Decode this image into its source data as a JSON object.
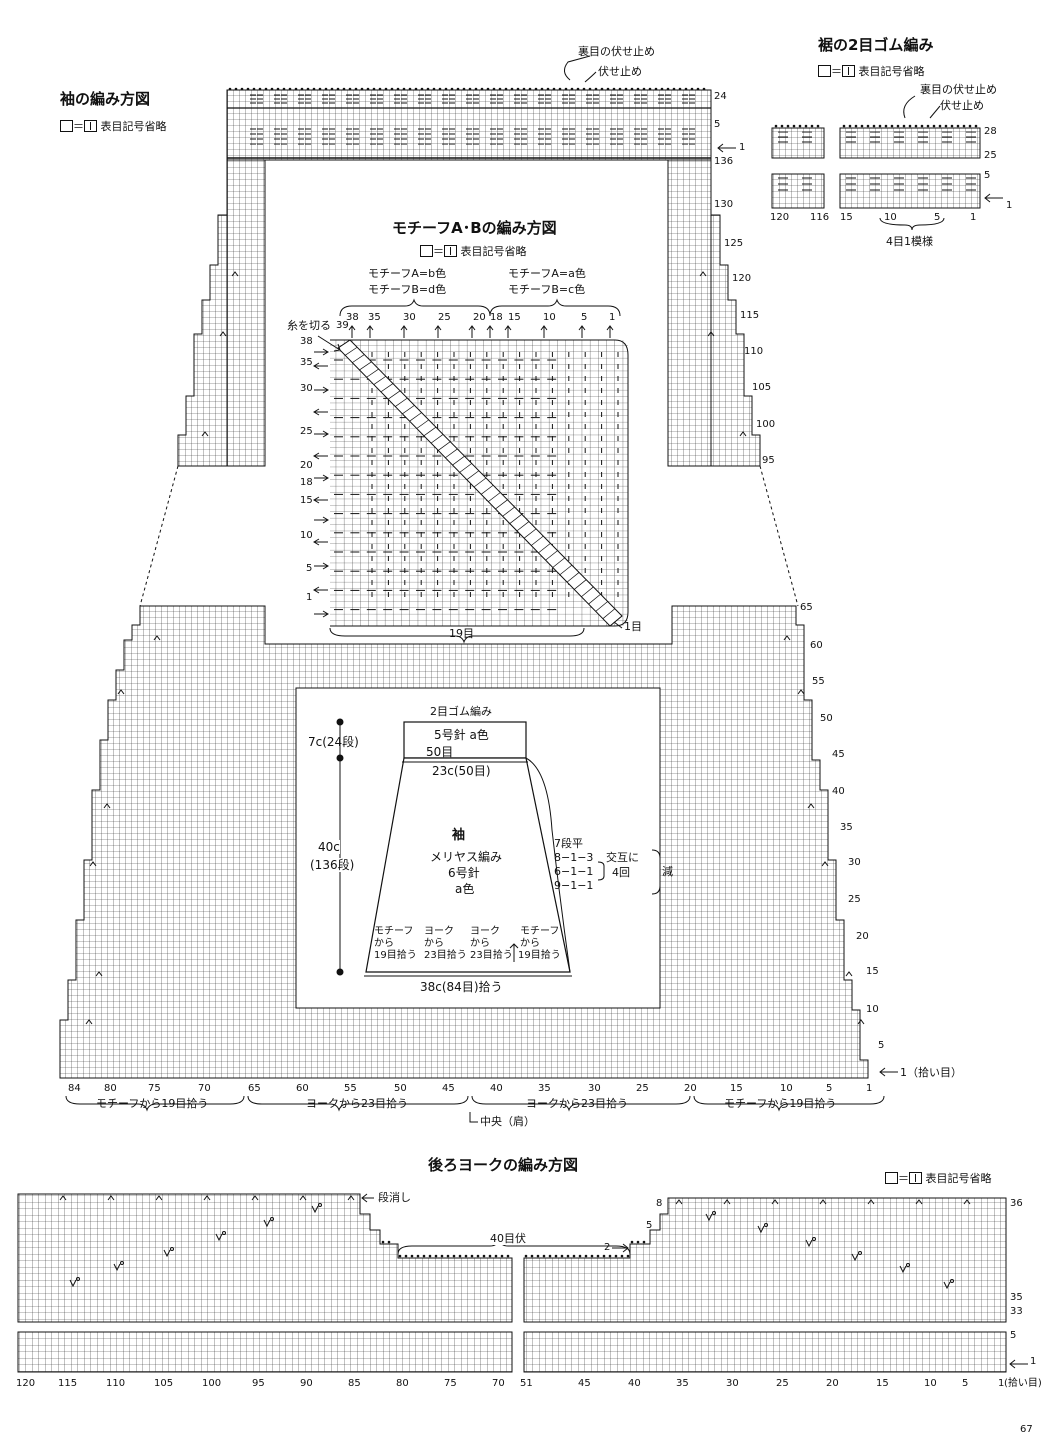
{
  "titles": {
    "sleeve_chart": "袖の編み方図",
    "hem_ribbing": "裾の2目ゴム編み",
    "motif_chart": "モチーフA･Bの編み方図",
    "back_yoke_chart": "後ろヨークの編み方図"
  },
  "legend": {
    "equals": "＝",
    "text": "表目記号省略"
  },
  "sleeve_top": {
    "purl_bind_off": "裏目の伏せ止め",
    "bind_off": "伏せ止め"
  },
  "sleeve_right_rows": [
    "24",
    "5",
    "1",
    "136",
    "130",
    "125",
    "120",
    "115",
    "110",
    "105",
    "100",
    "95"
  ],
  "hem": {
    "purl_bind_off": "裏目の伏せ止め",
    "bind_off": "伏せ止め",
    "rows": [
      "28",
      "25",
      "5",
      "1"
    ],
    "cols": [
      "120",
      "116",
      "15",
      "10",
      "5",
      "1"
    ],
    "repeat": "4目1模様"
  },
  "motif": {
    "left_colors": [
      "モチーフA=b色",
      "モチーフB=d色"
    ],
    "right_colors": [
      "モチーフA=a色",
      "モチーフB=c色"
    ],
    "cut_yarn": "糸を切る",
    "top_cols": [
      "38",
      "35",
      "30",
      "25",
      "20",
      "18",
      "15",
      "10",
      "5",
      "1"
    ],
    "corner_col": "39",
    "left_rows": [
      "38",
      "35",
      "30",
      "25",
      "20",
      "18",
      "15",
      "10",
      "5",
      "1"
    ],
    "width": "19目",
    "diag_count": "1目"
  },
  "body_right_rows": [
    "65",
    "60",
    "55",
    "50",
    "45",
    "40",
    "35",
    "30",
    "25",
    "20",
    "15",
    "10",
    "5"
  ],
  "body_pickup_start": "1（拾い目）",
  "body_bottom_cols": [
    "84",
    "80",
    "75",
    "70",
    "65",
    "60",
    "55",
    "50",
    "45",
    "40",
    "35",
    "30",
    "25",
    "20",
    "15",
    "10",
    "5",
    "1"
  ],
  "body_bottom_groups": [
    "モチーフから19目拾う",
    "ヨークから23目拾う",
    "ヨークから23目拾う",
    "モチーフから19目拾う"
  ],
  "center_shoulder": "中央（肩）",
  "schematic": {
    "ribbing": "2目ゴム編み",
    "needle_top": "5号針 a色",
    "stitches_top": "50目",
    "width_top": "23c(50目)",
    "height_top": "7c(24段)",
    "height_main": "40c",
    "height_main_rows": "(136段)",
    "name": "袖",
    "stitch_type": "メリヤス編み",
    "needle": "6号針",
    "color": "a色",
    "dec_rows": [
      "7段平",
      "8−1−3",
      "6−1−1",
      "9−1−1"
    ],
    "alternate": "交互に",
    "times": "4回",
    "decrease": "減",
    "pickups": [
      [
        "モチーフ",
        "から",
        "19目拾う"
      ],
      [
        "ヨーク",
        "から",
        "23目拾う"
      ],
      [
        "ヨーク",
        "から",
        "23目拾う"
      ],
      [
        "モチーフ",
        "から",
        "19目拾う"
      ]
    ],
    "width_bottom": "38c(84目)拾う"
  },
  "yoke": {
    "short_rows": "段消し",
    "bind_off_40": "40目伏",
    "mark_2": "2",
    "left_rows": [
      "8",
      "5"
    ],
    "right_rows": [
      "36",
      "35",
      "33",
      "5",
      "1"
    ],
    "pickup": "(拾い目)",
    "cols_left": [
      "120",
      "115",
      "110",
      "105",
      "100",
      "95",
      "90",
      "85",
      "80",
      "75",
      "70"
    ],
    "cols_right": [
      "51",
      "45",
      "40",
      "35",
      "30",
      "25",
      "20",
      "15",
      "10",
      "5",
      "1"
    ]
  },
  "page_number": "67"
}
